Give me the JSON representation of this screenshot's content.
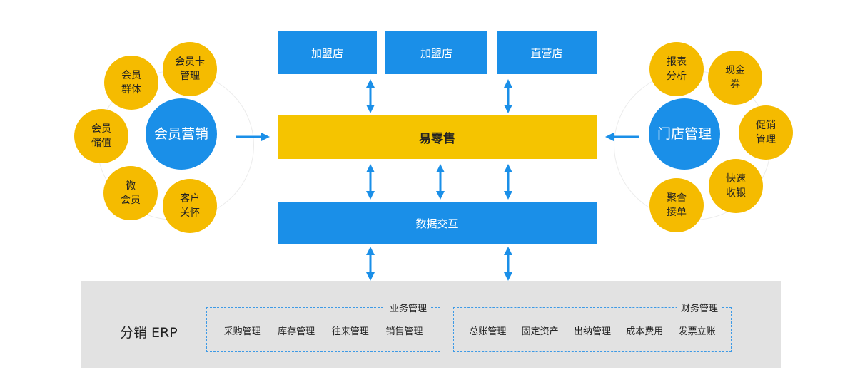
{
  "top_stores": [
    "加盟店",
    "加盟店",
    "直营店"
  ],
  "core": "易零售",
  "data_exchange": "数据交互",
  "member_marketing": {
    "hub": "会员营销",
    "satellites": [
      "会员卡\n管理",
      "会员\n群体",
      "会员\n储值",
      "微\n会员",
      "客户\n关怀"
    ]
  },
  "store_management": {
    "hub": "门店管理",
    "satellites": [
      "报表\n分析",
      "现金\n券",
      "促销\n管理",
      "快速\n收银",
      "聚合\n接单"
    ]
  },
  "erp": {
    "title": "分销 ERP",
    "business": {
      "title": "业务管理",
      "items": [
        "采购管理",
        "库存管理",
        "往来管理",
        "销售管理"
      ]
    },
    "finance": {
      "title": "财务管理",
      "items": [
        "总账管理",
        "固定资产",
        "出纳管理",
        "成本费用",
        "发票立账"
      ]
    }
  },
  "colors": {
    "blue": "#1a8fe8",
    "yellow": "#f5c400",
    "gold": "#f5bb00",
    "panel": "#e2e2e2"
  }
}
